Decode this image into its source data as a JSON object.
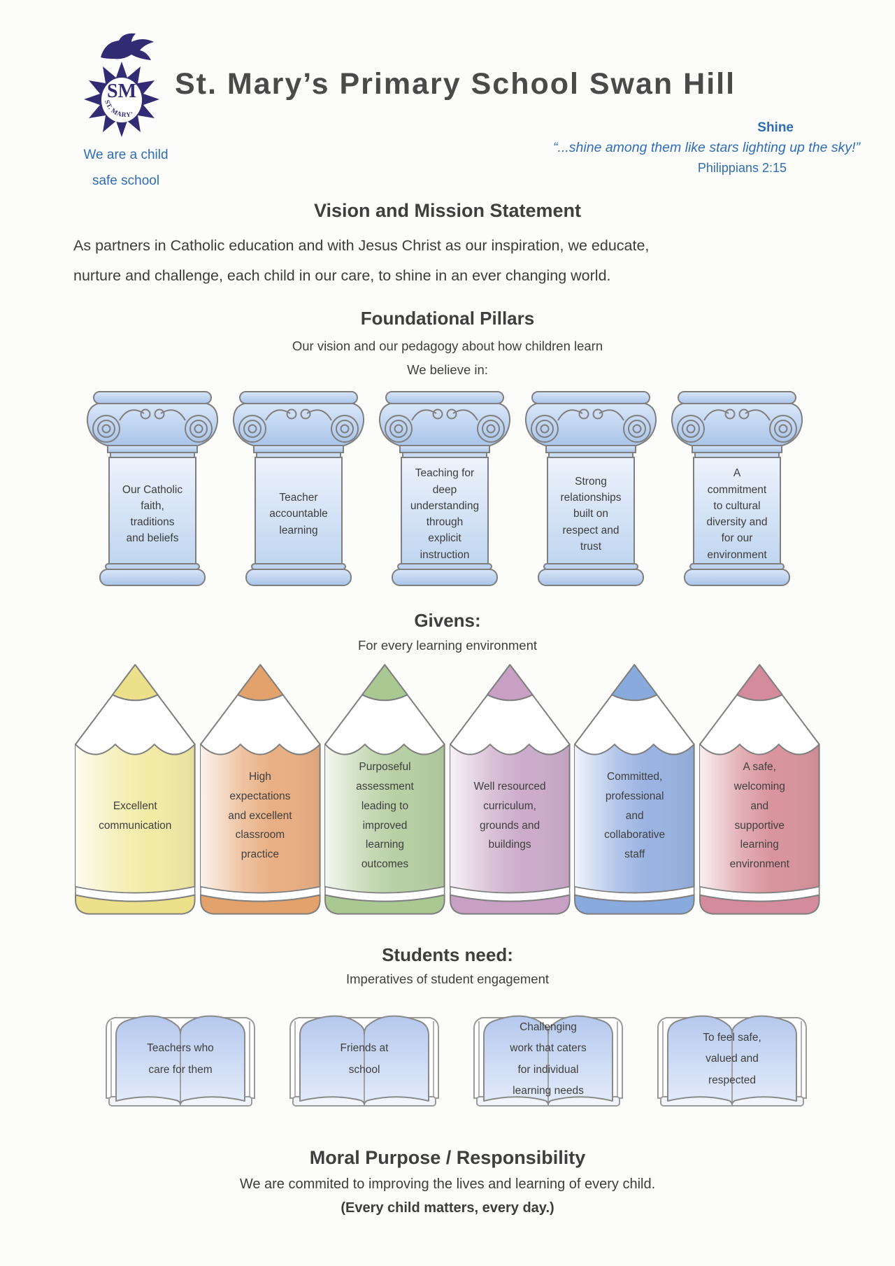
{
  "header": {
    "school_name": "St. Mary’s Primary School Swan Hill",
    "logo": {
      "monogram": "SM",
      "arc_text": "ST. MARY'S",
      "icons": [
        "dove-icon",
        "starburst-icon"
      ]
    },
    "child_safe_line1": "We are a child",
    "child_safe_line2": "safe school",
    "shine_label": "Shine",
    "quote": "“...shine among them like stars lighting up the sky!”",
    "reference": "Philippians 2:15"
  },
  "vision": {
    "heading": "Vision and Mission Statement",
    "body": "As partners in Catholic education and with Jesus Christ as our inspiration, we educate,\nnurture and challenge, each child in our care, to shine in an ever changing world."
  },
  "pillars": {
    "heading": "Foundational Pillars",
    "subtitle": "Our vision and our pedagogy about how children learn",
    "lead_in": "We believe in:",
    "items": [
      {
        "text": "Our Catholic\nfaith,\ntraditions\nand beliefs"
      },
      {
        "text": "Teacher\naccountable\nlearning"
      },
      {
        "text": "Teaching for\ndeep\nunderstanding\nthrough\nexplicit\ninstruction"
      },
      {
        "text": "Strong\nrelationships\nbuilt on\nrespect and\ntrust"
      },
      {
        "text": "A\ncommitment\nto cultural\ndiversity and\nfor our\nenvironment"
      }
    ]
  },
  "givens": {
    "heading": "Givens:",
    "subtitle": "For every learning environment",
    "pencils": [
      {
        "label": "Excellent\ncommunication",
        "color": "#f2eba6",
        "color_dark": "#ece08a"
      },
      {
        "label": "High\nexpectations\nand excellent\nclassroom\npractice",
        "color": "#e9af83",
        "color_dark": "#e3a26c"
      },
      {
        "label": "Purposeful\nassessment\nleading to\nimproved\nlearning\noutcomes",
        "color": "#b7cfa3",
        "color_dark": "#a9c892"
      },
      {
        "label": "Well resourced\ncurriculum,\ngrounds and\nbuildings",
        "color": "#ccacca",
        "color_dark": "#c7a0c3"
      },
      {
        "label": "Committed,\nprofessional\nand\ncollaborative\nstaff",
        "color": "#9ab3e2",
        "color_dark": "#89aadd"
      },
      {
        "label": "A safe,\nwelcoming\nand\nsupportive\nlearning\nenvironment",
        "color": "#d9949d",
        "color_dark": "#d48b9c"
      }
    ]
  },
  "students": {
    "heading": "Students need:",
    "subtitle": "Imperatives of student engagement",
    "books": [
      {
        "text": "Teachers who\ncare for them"
      },
      {
        "text": "Friends at\nschool"
      },
      {
        "text": "Challenging\nwork that caters\nfor individual\nlearning needs"
      },
      {
        "text": "To feel safe,\nvalued and\nrespected"
      }
    ]
  },
  "moral": {
    "heading": "Moral Purpose / Responsibility",
    "line1": "We are commited to improving the lives and learning of every child.",
    "line2": "(Every child matters, every day.)"
  },
  "colors": {
    "accent_blue": "#2e6db4",
    "heading_gray": "#3e3e3e",
    "logo_navy": "#312c74",
    "pillar_fill_light": "#d9e6f8",
    "pillar_fill_dark": "#a9c4e9",
    "book_fill_light": "#e2eaf9",
    "book_fill_dark": "#b5c8ed",
    "outline_gray": "#7f7f7f"
  }
}
